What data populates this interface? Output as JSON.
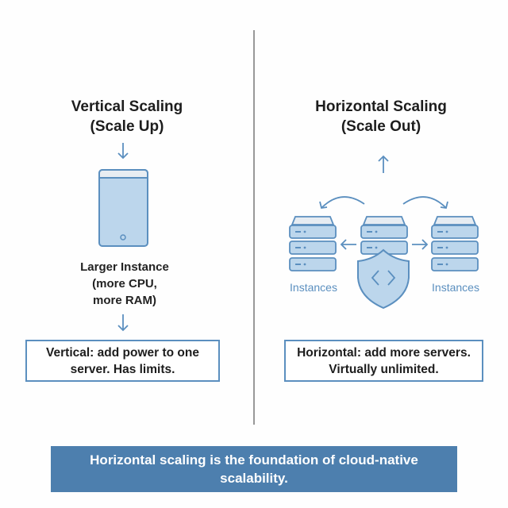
{
  "left": {
    "title_line1": "Vertical Scaling",
    "title_line2": "(Scale Up)",
    "label_line1": "Larger Instance",
    "label_line2": "(more CPU,",
    "label_line3": "more RAM)",
    "summary_line1": "Vertical: add power to one",
    "summary_line2": "server. Has limits."
  },
  "right": {
    "title_line1": "Horizontal Scaling",
    "title_line2": "(Scale Out)",
    "instances_left": "Instances",
    "instances_right": "Instances",
    "summary_line1": "Horizontal: add more servers.",
    "summary_line2": "Virtually unlimited."
  },
  "banner": {
    "line1": "Horizontal scaling is the foundation of cloud-native",
    "line2": "scalability."
  },
  "colors": {
    "accent": "#5b8fbf",
    "fill": "#bcd6ec",
    "banner": "#4d7fae"
  }
}
